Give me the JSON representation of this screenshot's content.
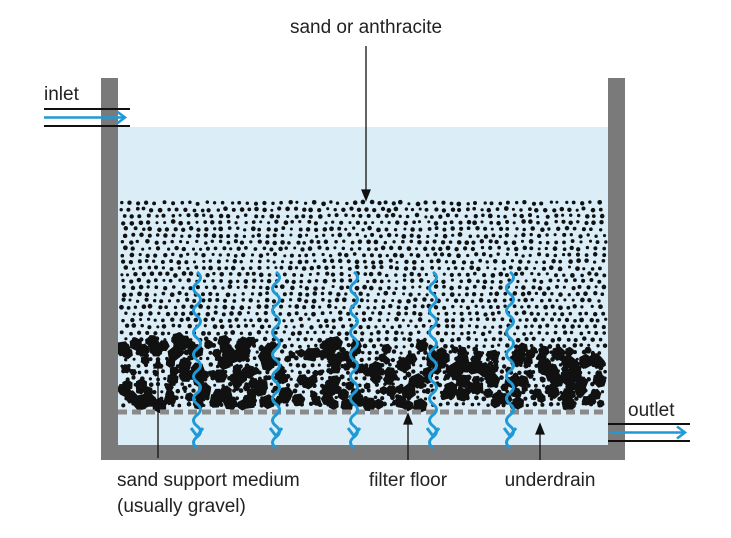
{
  "labels": {
    "top_media": "sand or anthracite",
    "inlet": "inlet",
    "outlet": "outlet",
    "support_line1": "sand support medium",
    "support_line2": "(usually gravel)",
    "filter_floor": "filter floor",
    "underdrain": "underdrain"
  },
  "colors": {
    "tank_wall": "#7a7a7a",
    "water": "#dbeef8",
    "flow_arrow": "#1f9ad6",
    "particles": "#111111",
    "floor_dashes": "#8a8a8a",
    "label_text": "#222222"
  },
  "icons": {
    "flow": "wavy-down-arrow-icon",
    "pipe_flow": "right-arrow-icon"
  }
}
